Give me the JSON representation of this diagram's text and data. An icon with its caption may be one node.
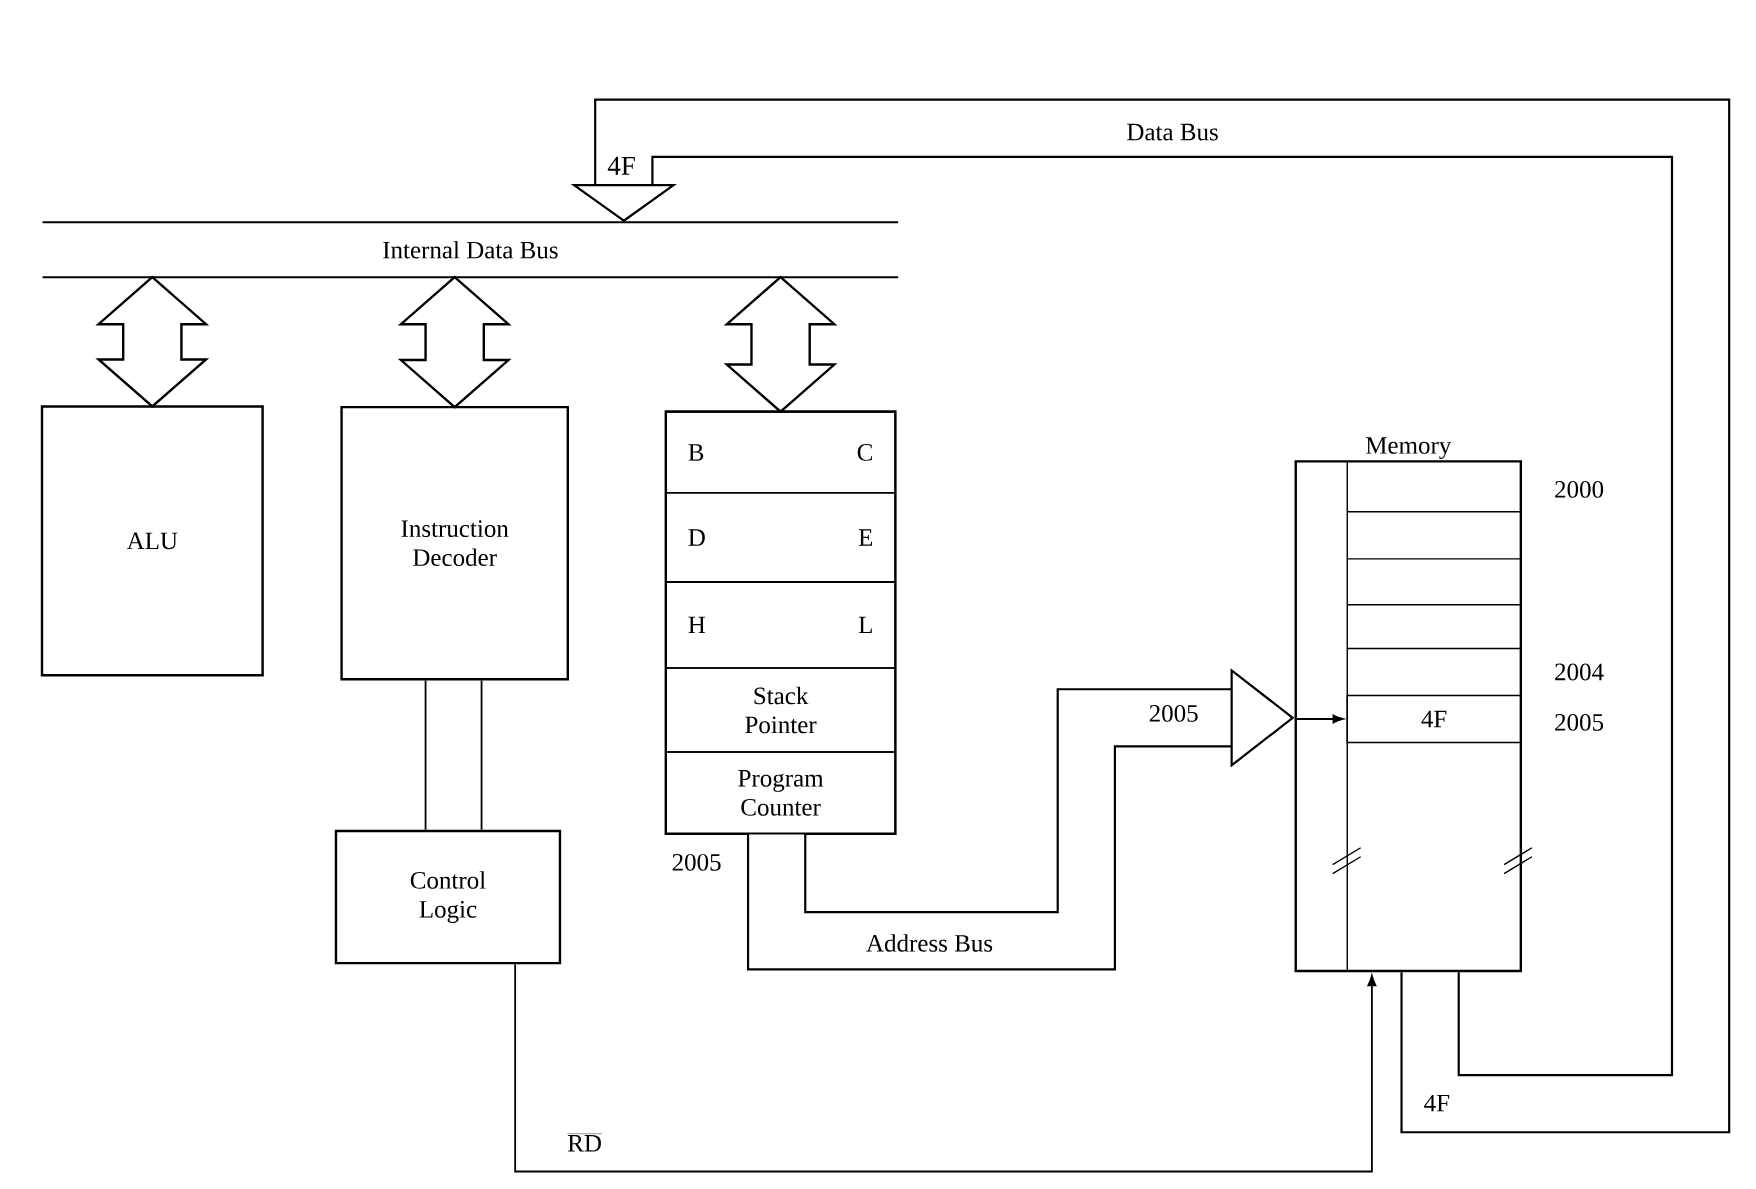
{
  "diagram": {
    "nodes": [
      {
        "text": [
          "ALU"
        ]
      },
      {
        "text": [
          "Instruction Decoder"
        ]
      },
      {
        "text": [
          "Control Logic"
        ]
      },
      {
        "text": [],
        "shape": "box"
      },
      {
        "text": [
          "B",
          "C"
        ],
        "in": 3
      },
      {
        "text": [
          "D",
          "E"
        ],
        "in": 3
      },
      {
        "text": [
          "H",
          "L"
        ],
        "in": 3
      },
      {
        "text": [
          "Stack Pointer"
        ],
        "in": 3
      },
      {
        "text": [
          "Program Counter"
        ],
        "in": 3,
        "beside": [
          "2005"
        ]
      },
      {
        "text": [
          "Memory"
        ]
      },
      {
        "text": [
          "4F"
        ],
        "in": 9,
        "beside": [
          "2005"
        ]
      },
      {
        "text": [
          "Internal Data Bus"
        ]
      }
    ],
    "edges": [
      {
        "from": 11,
        "to": 0,
        "arrow": "both",
        "style": "thick"
      },
      {
        "from": 11,
        "to": 1,
        "arrow": "both",
        "style": "thick"
      },
      {
        "from": 11,
        "to": 3,
        "arrow": "both",
        "style": "thick"
      },
      {
        "from": 1,
        "to": 2,
        "arrow": "none"
      },
      {
        "from": 8,
        "to": 9,
        "arrow": "to",
        "style": "thick",
        "label": "2005"
      },
      {
        "from": null,
        "to": 10,
        "arrow": "to"
      },
      {
        "from": 9,
        "to": 11,
        "arrow": "to",
        "style": "thick",
        "label": "Data Bus"
      },
      {
        "from": 2,
        "to": 9,
        "arrow": "to",
        "label": "\\overline{\\mathrm{RD}}"
      }
    ],
    "labels": [
      "2000",
      "2004",
      "4F",
      "4F",
      "Address Bus"
    ]
  }
}
